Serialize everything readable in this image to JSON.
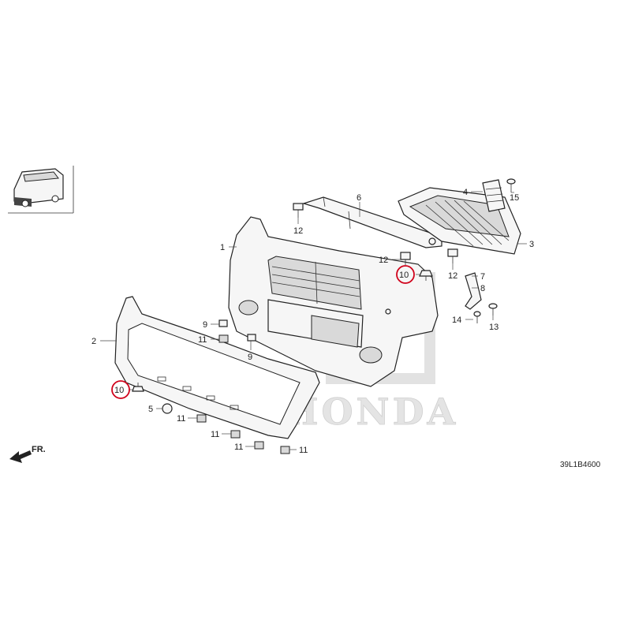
{
  "callouts": {
    "c1": "1",
    "c2": "2",
    "c3": "3",
    "c4": "4",
    "c5": "5",
    "c6": "6",
    "c7": "7",
    "c8": "8",
    "c9a": "9",
    "c9b": "9",
    "c10a": "10",
    "c10b": "10",
    "c11a": "11",
    "c11b": "11",
    "c11c": "11",
    "c11d": "11",
    "c11e": "11",
    "c12a": "12",
    "c12b": "12",
    "c12c": "12",
    "c13": "13",
    "c14": "14",
    "c15": "15"
  },
  "direction_label": "FR.",
  "watermark": "HONDA",
  "diagram_code": "39L1B4600",
  "colors": {
    "highlight": "#d0021b",
    "line": "#222222",
    "watermark": "#e4e4e4"
  }
}
